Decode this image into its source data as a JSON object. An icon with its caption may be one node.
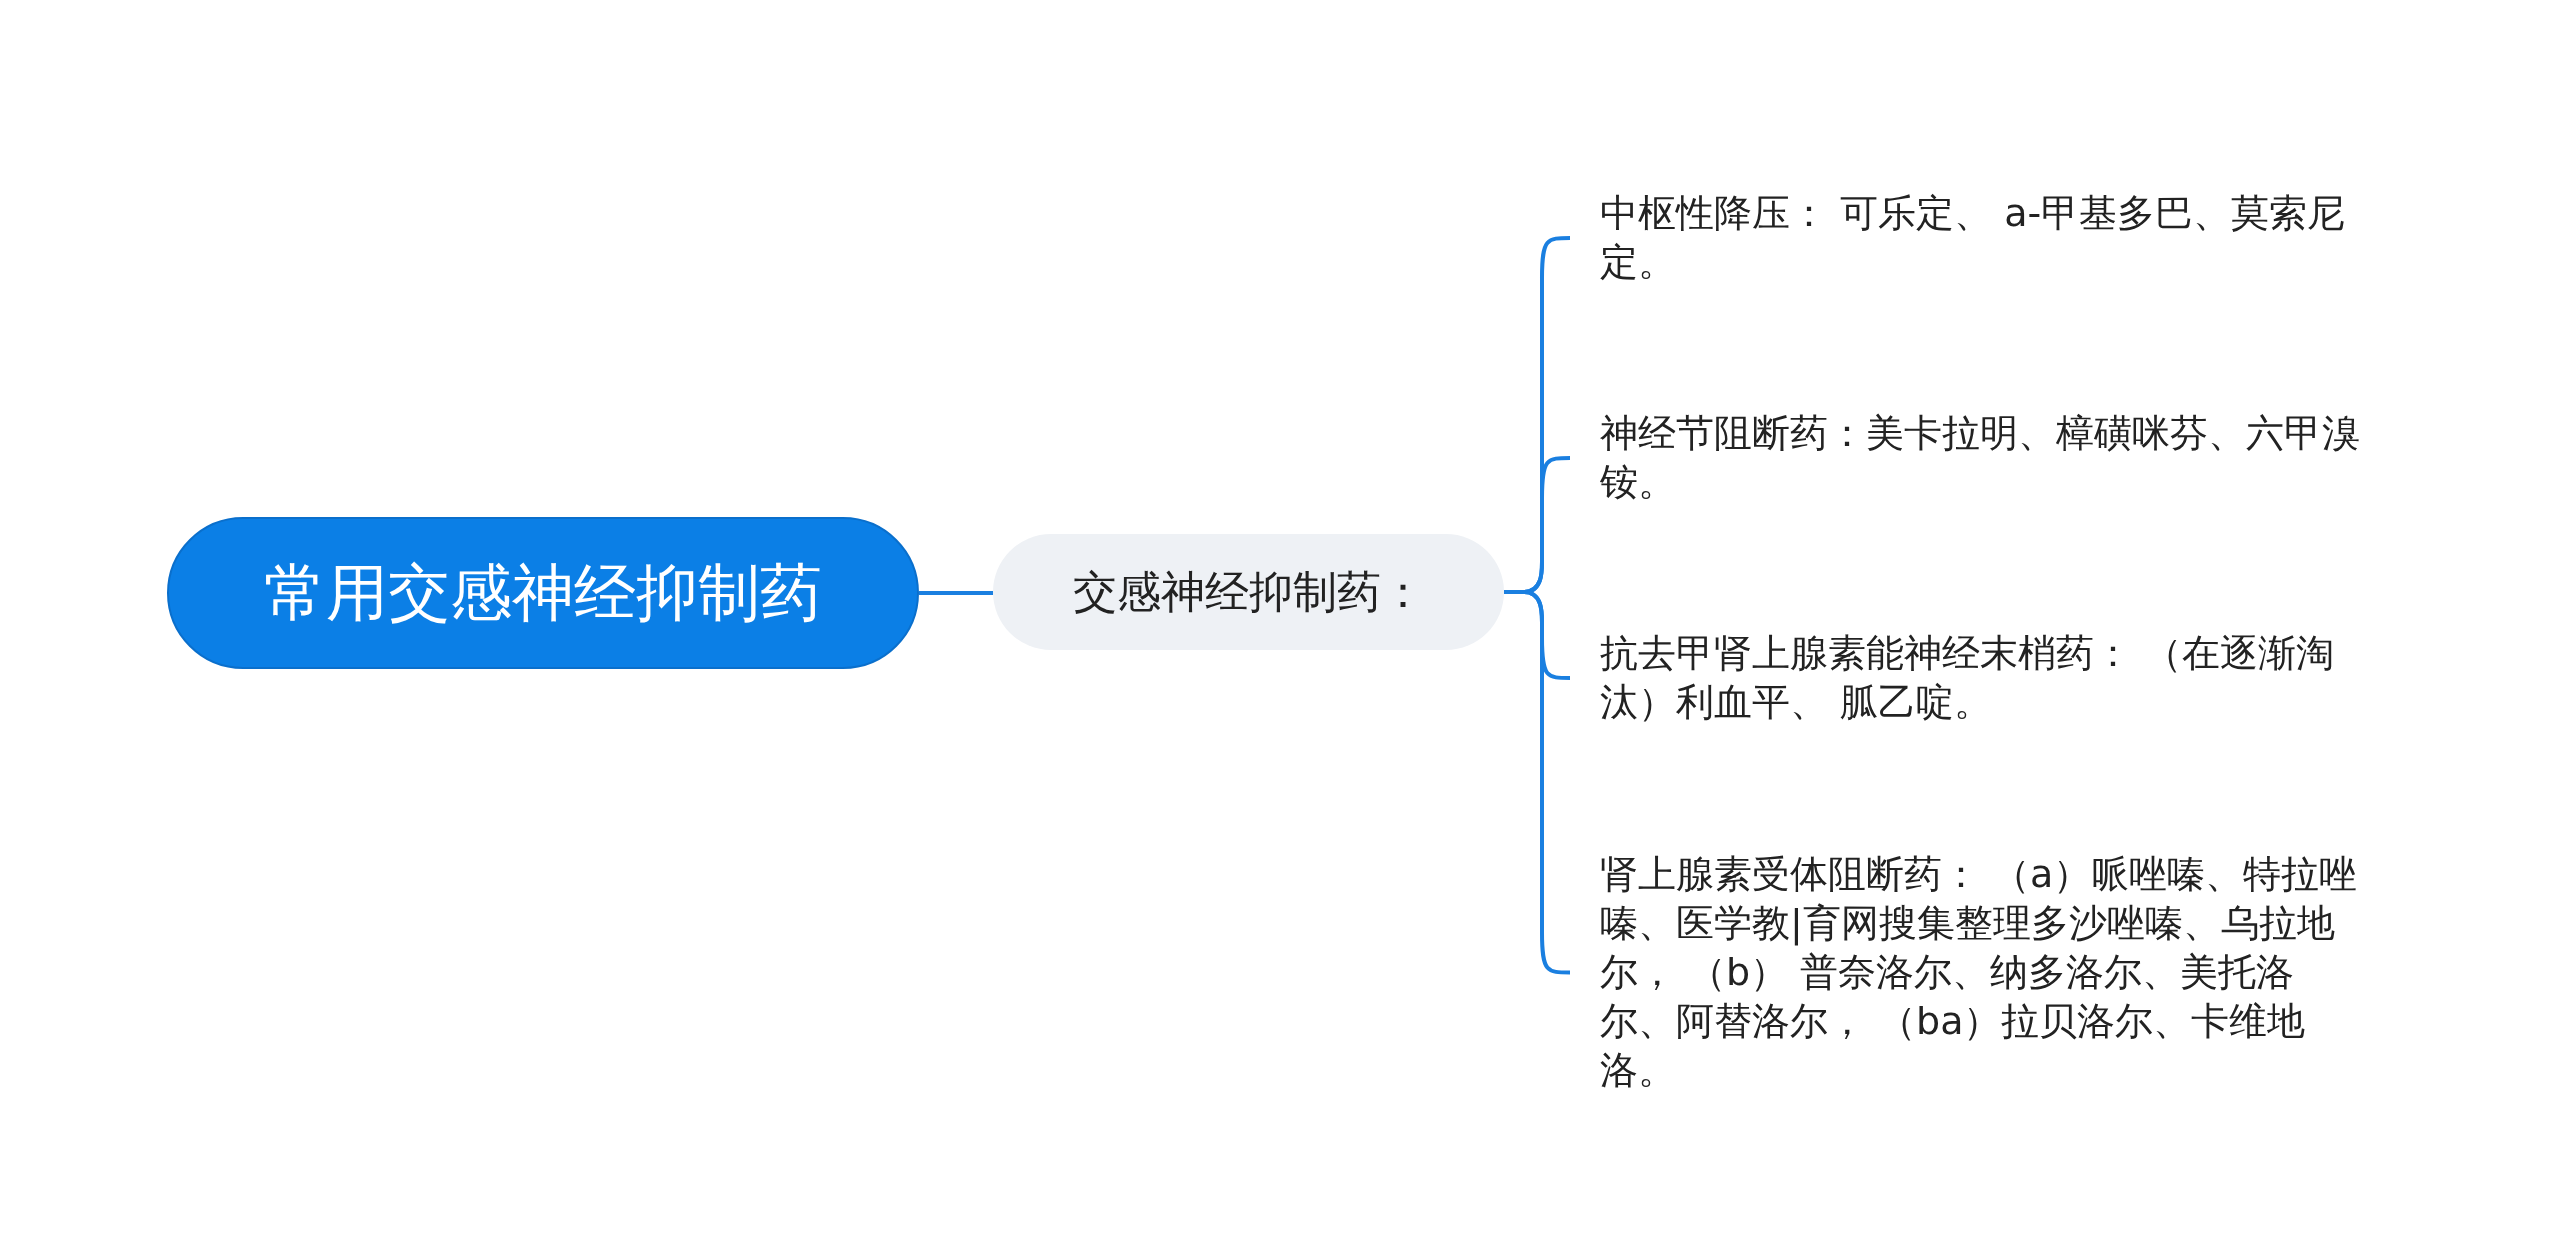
{
  "diagram": {
    "nodes": [
      {
        "text": [
          "常用交感神经抑制药"
        ]
      },
      {
        "text": [
          "交感神经抑制药："
        ]
      },
      {
        "text": [
          "中枢性降压： 可乐定、 a-甲基多巴、莫索尼定。"
        ]
      },
      {
        "text": [
          "神经节阻断药：美卡拉明、樟磺咪芬、六甲溴铵。"
        ]
      },
      {
        "text": [
          "抗去甲肾上腺素能神经末梢药： （在逐渐淘汰）利血平、 胍乙啶。"
        ]
      },
      {
        "text": [
          "肾上腺素受体阻断药： （a）哌唑嗪、特拉唑嗪、医学教|育网搜集整理多沙唑嗪、乌拉地尔， （b） 普奈洛尔、纳多洛尔、美托洛尔、阿替洛尔， （ba）拉贝洛尔、卡维地洛。"
        ]
      }
    ],
    "edges": [
      {
        "from": 0,
        "to": 1,
        "arrow": "none"
      },
      {
        "from": 1,
        "to": 2,
        "arrow": "none"
      },
      {
        "from": 1,
        "to": 3,
        "arrow": "none"
      },
      {
        "from": 1,
        "to": 4,
        "arrow": "none"
      },
      {
        "from": 1,
        "to": 5,
        "arrow": "none"
      }
    ]
  }
}
